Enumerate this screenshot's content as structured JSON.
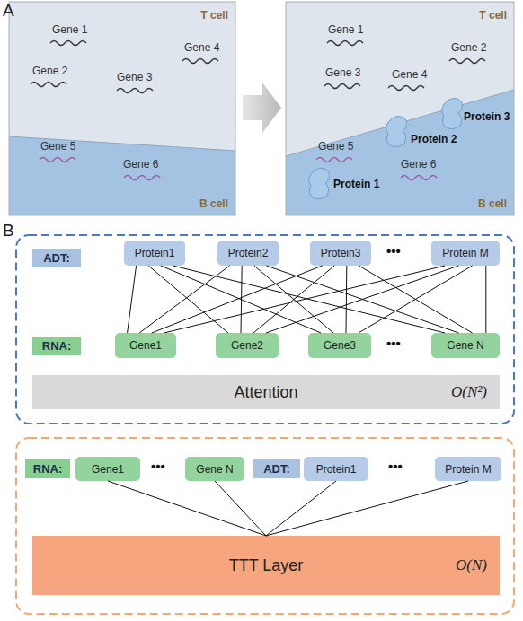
{
  "diagram": {
    "nodes": [
      {
        "text": [
          "T cell"
        ]
      },
      {
        "text": [
          "B cell"
        ]
      },
      {
        "text": [
          "T cell"
        ]
      },
      {
        "text": [
          "B cell"
        ]
      },
      {
        "text": [
          "ADT:"
        ]
      },
      {
        "text": [
          "Protein1"
        ]
      },
      {
        "text": [
          "Protein2"
        ]
      },
      {
        "text": [
          "Protein3"
        ]
      },
      {
        "text": [
          "Protein M"
        ]
      },
      {
        "text": [
          "RNA:"
        ]
      },
      {
        "text": [
          "Gene1"
        ]
      },
      {
        "text": [
          "Gene2"
        ]
      },
      {
        "text": [
          "Gene3"
        ]
      },
      {
        "text": [
          "Gene N"
        ]
      },
      {
        "text": [
          "Attention",
          "O(N²)"
        ]
      },
      {
        "text": [
          "RNA:"
        ]
      },
      {
        "text": [
          "Gene1"
        ]
      },
      {
        "text": [
          "Gene N"
        ]
      },
      {
        "text": [
          "ADT:"
        ]
      },
      {
        "text": [
          "Protein1"
        ]
      },
      {
        "text": [
          "Protein M"
        ]
      },
      {
        "text": [
          "TTT Layer",
          "O(N)"
        ]
      }
    ],
    "edges": [
      {
        "from": 5,
        "to": 10,
        "arrow": "none"
      },
      {
        "from": 5,
        "to": 11,
        "arrow": "none"
      },
      {
        "from": 5,
        "to": 12,
        "arrow": "none"
      },
      {
        "from": 5,
        "to": 13,
        "arrow": "none"
      },
      {
        "from": 6,
        "to": 10,
        "arrow": "none"
      },
      {
        "from": 6,
        "to": 11,
        "arrow": "none"
      },
      {
        "from": 6,
        "to": 12,
        "arrow": "none"
      },
      {
        "from": 6,
        "to": 13,
        "arrow": "none"
      },
      {
        "from": 7,
        "to": 10,
        "arrow": "none"
      },
      {
        "from": 7,
        "to": 11,
        "arrow": "none"
      },
      {
        "from": 7,
        "to": 12,
        "arrow": "none"
      },
      {
        "from": 7,
        "to": 13,
        "arrow": "none"
      },
      {
        "from": 8,
        "to": 10,
        "arrow": "none"
      },
      {
        "from": 8,
        "to": 11,
        "arrow": "none"
      },
      {
        "from": 8,
        "to": 12,
        "arrow": "none"
      },
      {
        "from": 8,
        "to": 13,
        "arrow": "none"
      },
      {
        "from": 16,
        "to": 21,
        "arrow": "none"
      },
      {
        "from": 17,
        "to": 21,
        "arrow": "none"
      },
      {
        "from": 19,
        "to": 21,
        "arrow": "none"
      },
      {
        "from": 20,
        "to": 21,
        "arrow": "none"
      }
    ],
    "labels": [
      "A",
      "B",
      "Gene 1",
      "Gene 2",
      "Gene 3",
      "Gene 4",
      "Gene 5",
      "Gene 6",
      "Gene 1",
      "Gene 2",
      "Gene 3",
      "Gene 4",
      "Gene 5",
      "Gene 6",
      "Protein 1",
      "Protein 2",
      "Protein 3",
      "•••",
      "•••",
      "•••",
      "•••"
    ]
  }
}
